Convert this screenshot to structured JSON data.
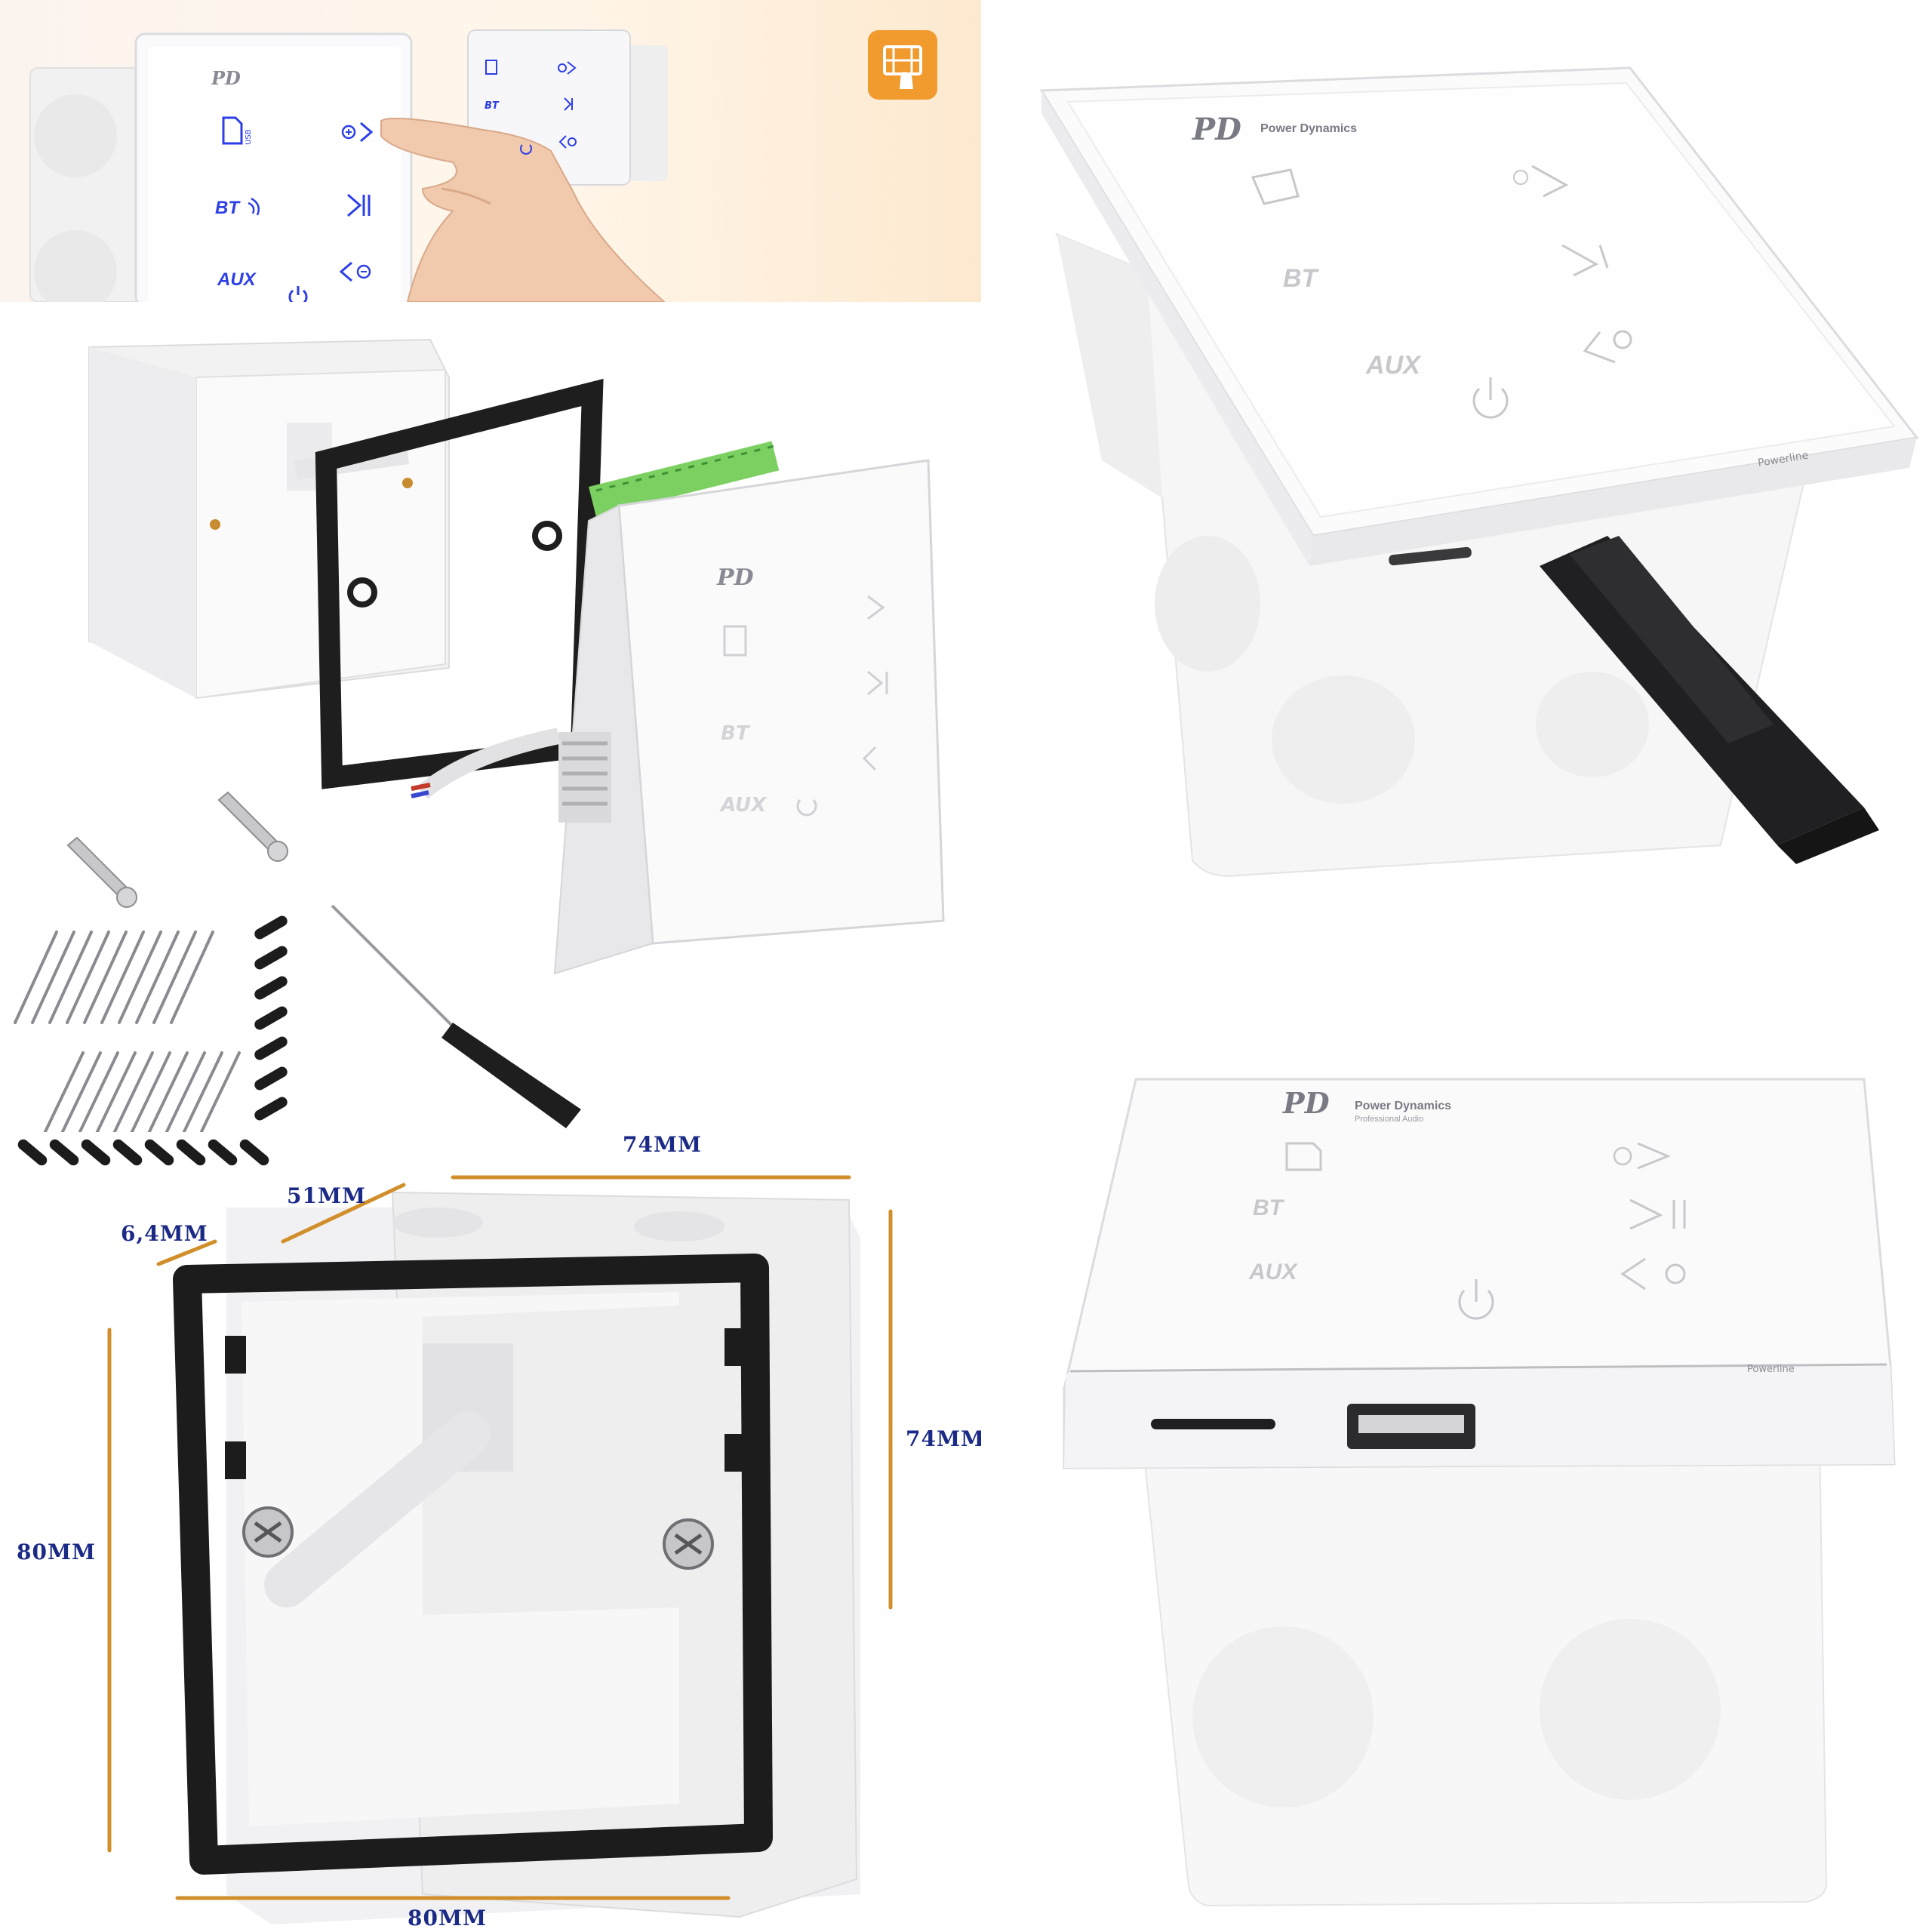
{
  "brand": {
    "logo_text": "PD",
    "name": "Power Dynamics",
    "tagline": "Professional Audio",
    "series": "Powerline"
  },
  "keypad_labels": {
    "usb": "USB",
    "bt": "BT",
    "aux": "AUX"
  },
  "dimensions": {
    "top_width": "74MM",
    "depth": "51MM",
    "frame_thickness": "6,4MM",
    "height_right": "74MM",
    "height_left": "80MM",
    "bottom_width": "80MM"
  },
  "colors": {
    "accent_orange": "#f19a2e",
    "dimension_line": "#d18f2c",
    "dimension_text": "#1b2a86",
    "touch_blue": "#2d3fe6"
  },
  "icons": [
    "hand-pointer-icon",
    "usb-icon",
    "bluetooth-wave-icon",
    "volume-up-icon",
    "play-pause-icon",
    "volume-down-icon",
    "power-icon"
  ]
}
